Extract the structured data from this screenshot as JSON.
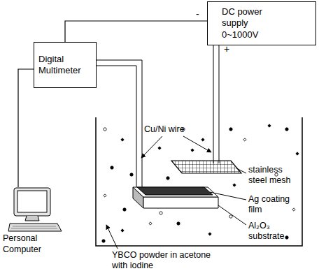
{
  "diagram": {
    "nodes": [
      {
        "text": [
          "Digital Multimeter"
        ]
      },
      {
        "text": [
          "DC power supply 0~1000V"
        ]
      },
      {
        "text": [
          "Personal Computer"
        ]
      }
    ],
    "edges": [
      {
        "from": 0,
        "to": 1,
        "arrow": "none"
      },
      {
        "from": 0,
        "to": 2,
        "arrow": "none"
      }
    ],
    "labels": [
      "-",
      "+",
      "Cu/Ni wire",
      "stainless steel mesh",
      "Ag coating film",
      "Al₂O₃ substrate",
      "YBCO powder in acetone with iodine"
    ]
  }
}
